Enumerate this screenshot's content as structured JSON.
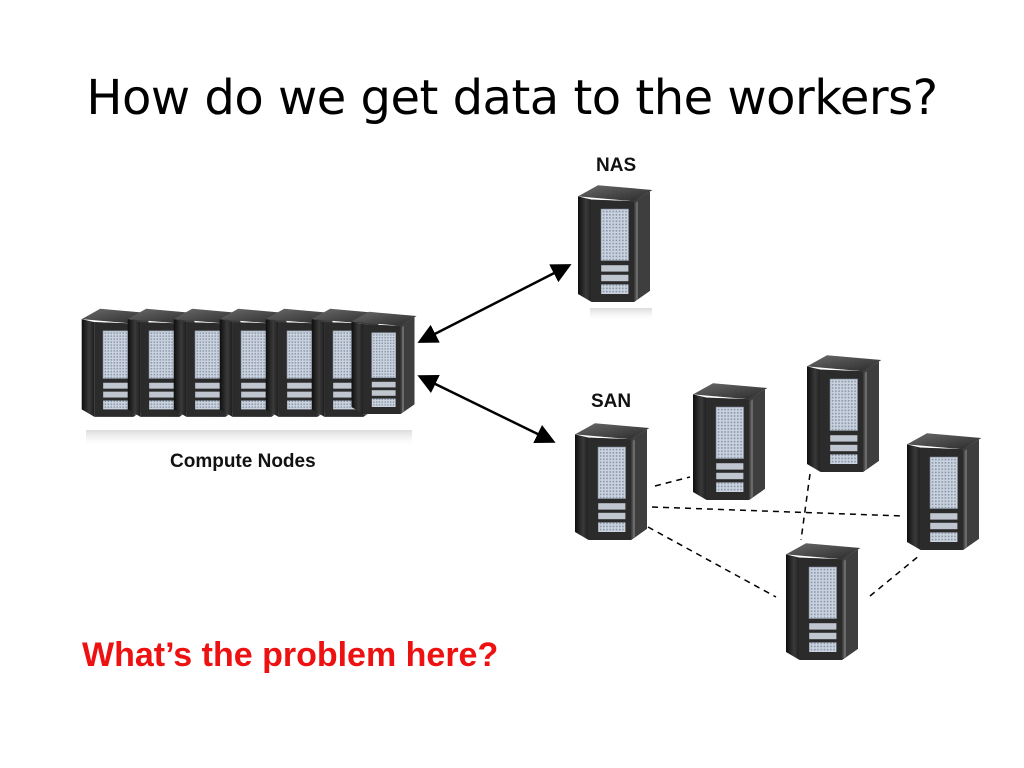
{
  "slide": {
    "title": "How do we get data to the workers?",
    "question": "What’s the problem here?"
  },
  "labels": {
    "nas": "NAS",
    "san": "SAN",
    "compute": "Compute Nodes"
  },
  "colors": {
    "question": "#ee1111",
    "server_dark": "#1c1c1c",
    "server_mid": "#4a4a4a",
    "server_face": "#d8dde4"
  },
  "icons": {
    "server": "server-tower-icon",
    "arrow": "double-headed-arrow"
  }
}
